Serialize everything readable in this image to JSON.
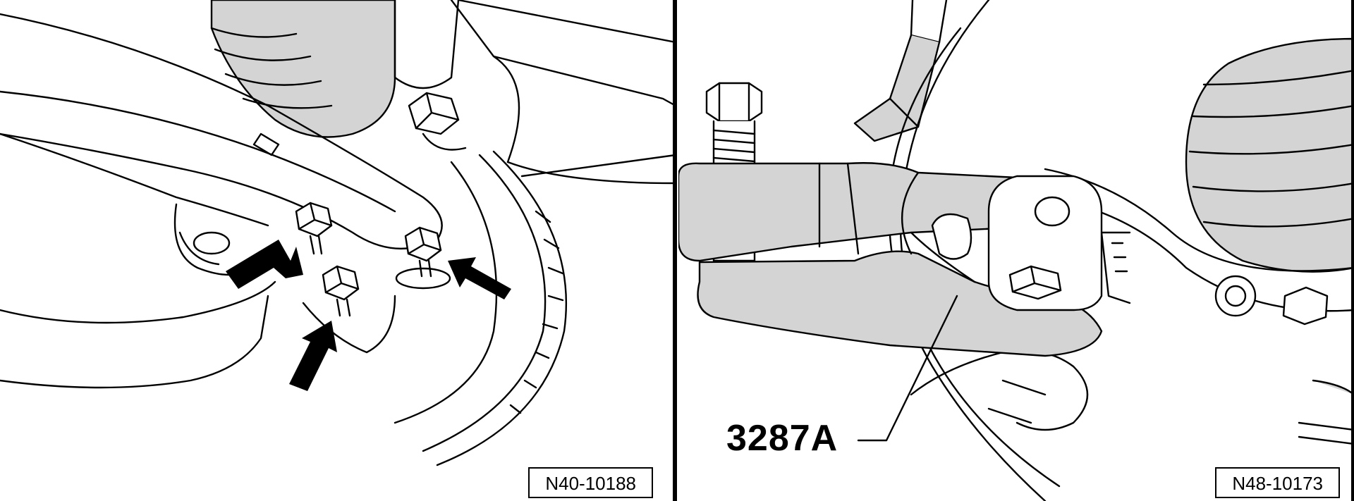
{
  "panels": [
    {
      "figure_label": "N40-10188"
    },
    {
      "figure_label": "N48-10173",
      "tool_label": "3287A"
    }
  ],
  "colors": {
    "part_fill": "#d4d4d4",
    "line": "#000000",
    "background": "#ffffff"
  },
  "icons": {
    "arrows": "black-block-arrow",
    "tool": "ball-joint-separator-tool"
  }
}
